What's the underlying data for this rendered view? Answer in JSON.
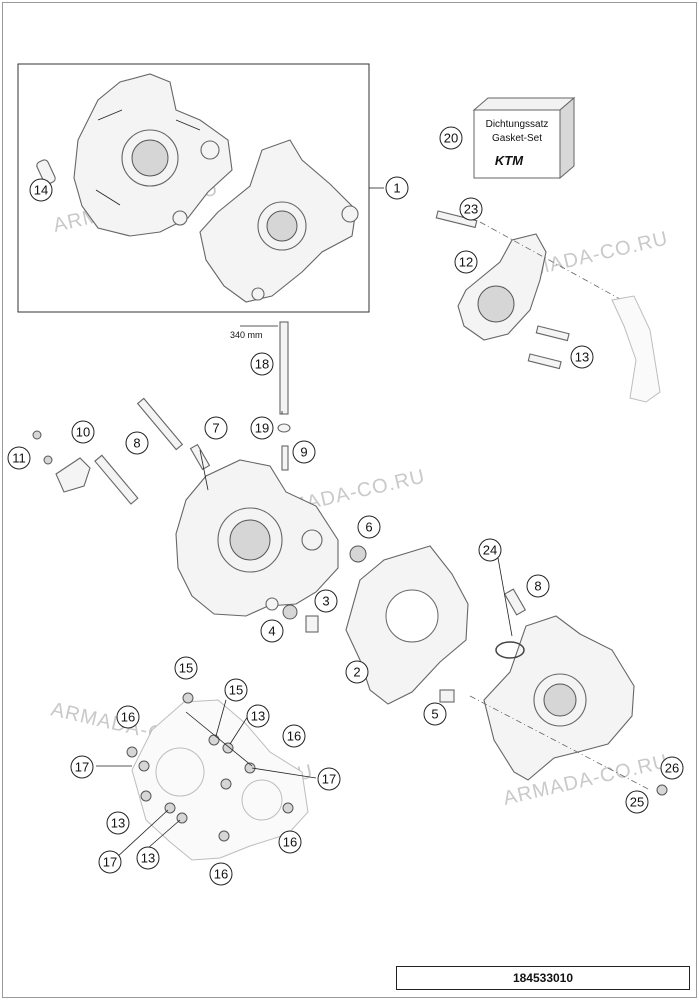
{
  "diagram_number": "184533010",
  "watermark": "ARMADA-CO.RU",
  "gasket_box": {
    "line1": "Dichtungssatz",
    "line2": "Gasket-Set",
    "brand": "KTM"
  },
  "dimension_label": "340 mm",
  "callouts": [
    {
      "id": "c1",
      "label": "1"
    },
    {
      "id": "c2",
      "label": "2"
    },
    {
      "id": "c3",
      "label": "3"
    },
    {
      "id": "c4",
      "label": "4"
    },
    {
      "id": "c5",
      "label": "5"
    },
    {
      "id": "c6",
      "label": "6"
    },
    {
      "id": "c7",
      "label": "7"
    },
    {
      "id": "c8a",
      "label": "8"
    },
    {
      "id": "c8b",
      "label": "8"
    },
    {
      "id": "c9",
      "label": "9"
    },
    {
      "id": "c10",
      "label": "10"
    },
    {
      "id": "c11",
      "label": "11"
    },
    {
      "id": "c12",
      "label": "12"
    },
    {
      "id": "c13a",
      "label": "13"
    },
    {
      "id": "c13b",
      "label": "13"
    },
    {
      "id": "c13c",
      "label": "13"
    },
    {
      "id": "c13d",
      "label": "13"
    },
    {
      "id": "c14",
      "label": "14"
    },
    {
      "id": "c15a",
      "label": "15"
    },
    {
      "id": "c15b",
      "label": "15"
    },
    {
      "id": "c16a",
      "label": "16"
    },
    {
      "id": "c16b",
      "label": "16"
    },
    {
      "id": "c16c",
      "label": "16"
    },
    {
      "id": "c16d",
      "label": "16"
    },
    {
      "id": "c17a",
      "label": "17"
    },
    {
      "id": "c17b",
      "label": "17"
    },
    {
      "id": "c17c",
      "label": "17"
    },
    {
      "id": "c18",
      "label": "18"
    },
    {
      "id": "c19",
      "label": "19"
    },
    {
      "id": "c20",
      "label": "20"
    },
    {
      "id": "c23",
      "label": "23"
    },
    {
      "id": "c24",
      "label": "24"
    },
    {
      "id": "c25",
      "label": "25"
    },
    {
      "id": "c26",
      "label": "26"
    }
  ]
}
